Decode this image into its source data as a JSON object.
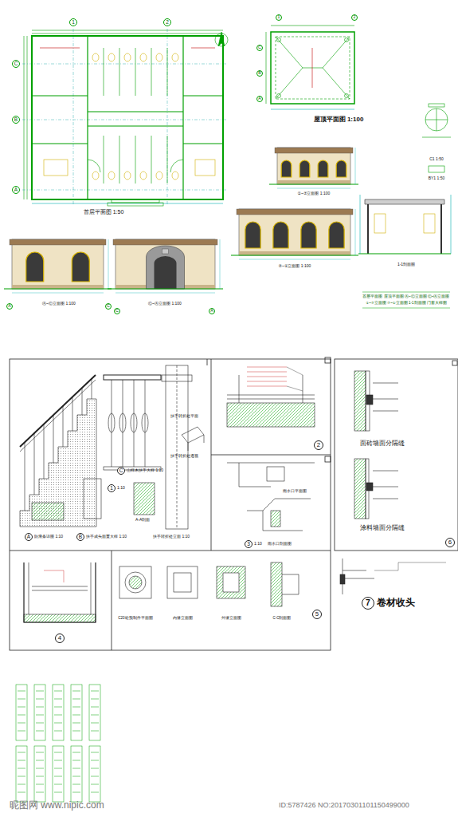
{
  "diagram": {
    "nodes": [
      {
        "text": [
          "1"
        ]
      },
      {
        "text": [
          "2"
        ]
      },
      {
        "text": [
          "C"
        ]
      },
      {
        "text": [
          "B"
        ]
      },
      {
        "text": [
          "A"
        ]
      },
      {
        "text": [
          "1"
        ]
      },
      {
        "text": [
          "2"
        ]
      },
      {
        "text": [
          "C"
        ]
      },
      {
        "text": [
          "B"
        ]
      },
      {
        "text": [
          "A"
        ]
      },
      {
        "text": [
          "A"
        ]
      },
      {
        "text": [
          "C"
        ]
      },
      {
        "text": [
          "C"
        ]
      },
      {
        "text": [
          "A"
        ]
      },
      {
        "text": [
          "A"
        ]
      },
      {
        "text": [
          "B"
        ]
      },
      {
        "text": [
          "C"
        ]
      },
      {
        "text": [
          "1"
        ]
      },
      {
        "text": [
          "2"
        ]
      },
      {
        "text": [
          "3"
        ]
      },
      {
        "text": [
          "4"
        ]
      },
      {
        "text": [
          "5"
        ]
      },
      {
        "text": [
          "6"
        ]
      },
      {
        "text": [
          "7"
        ]
      }
    ],
    "labels": [
      "首层平面图 1:50",
      "屋顶平面图 1:100",
      "C1 1:50",
      "BY1 1:50",
      "①~⑦立面图 1:100",
      "⑦~①立面图 1:100",
      "1-1剖面图",
      "Ⓐ~Ⓒ立面图 1:100",
      "Ⓒ~Ⓐ立面图 1:100",
      "首层平面图 屋顶平面图 Ⓐ~Ⓒ立面图 Ⓒ~Ⓐ立面图",
      "①~⑦立面图 ⑦~①立面图 1-1剖面图 门窗大样图",
      "防滑条详图 1:10",
      "扶手成头面置大样 1:10",
      "扶手转折处立面 1:10",
      "山样木扶手大样 1:10",
      "A-A剖面",
      "扶手转折处平面",
      "扶手转折处透视",
      "雨水口平面图",
      "雨水口剖面图",
      "1:10",
      "1:10",
      "C20砼预制件平面图",
      "内缘立面图",
      "外缘立面图",
      "C-C剖面图",
      "面砖墙面分隔缝",
      "涂料墙面分隔缝",
      "卷材收头",
      "昵图网 www.nipic.com",
      "ID:5787426 NO:20170301101150499000"
    ]
  }
}
